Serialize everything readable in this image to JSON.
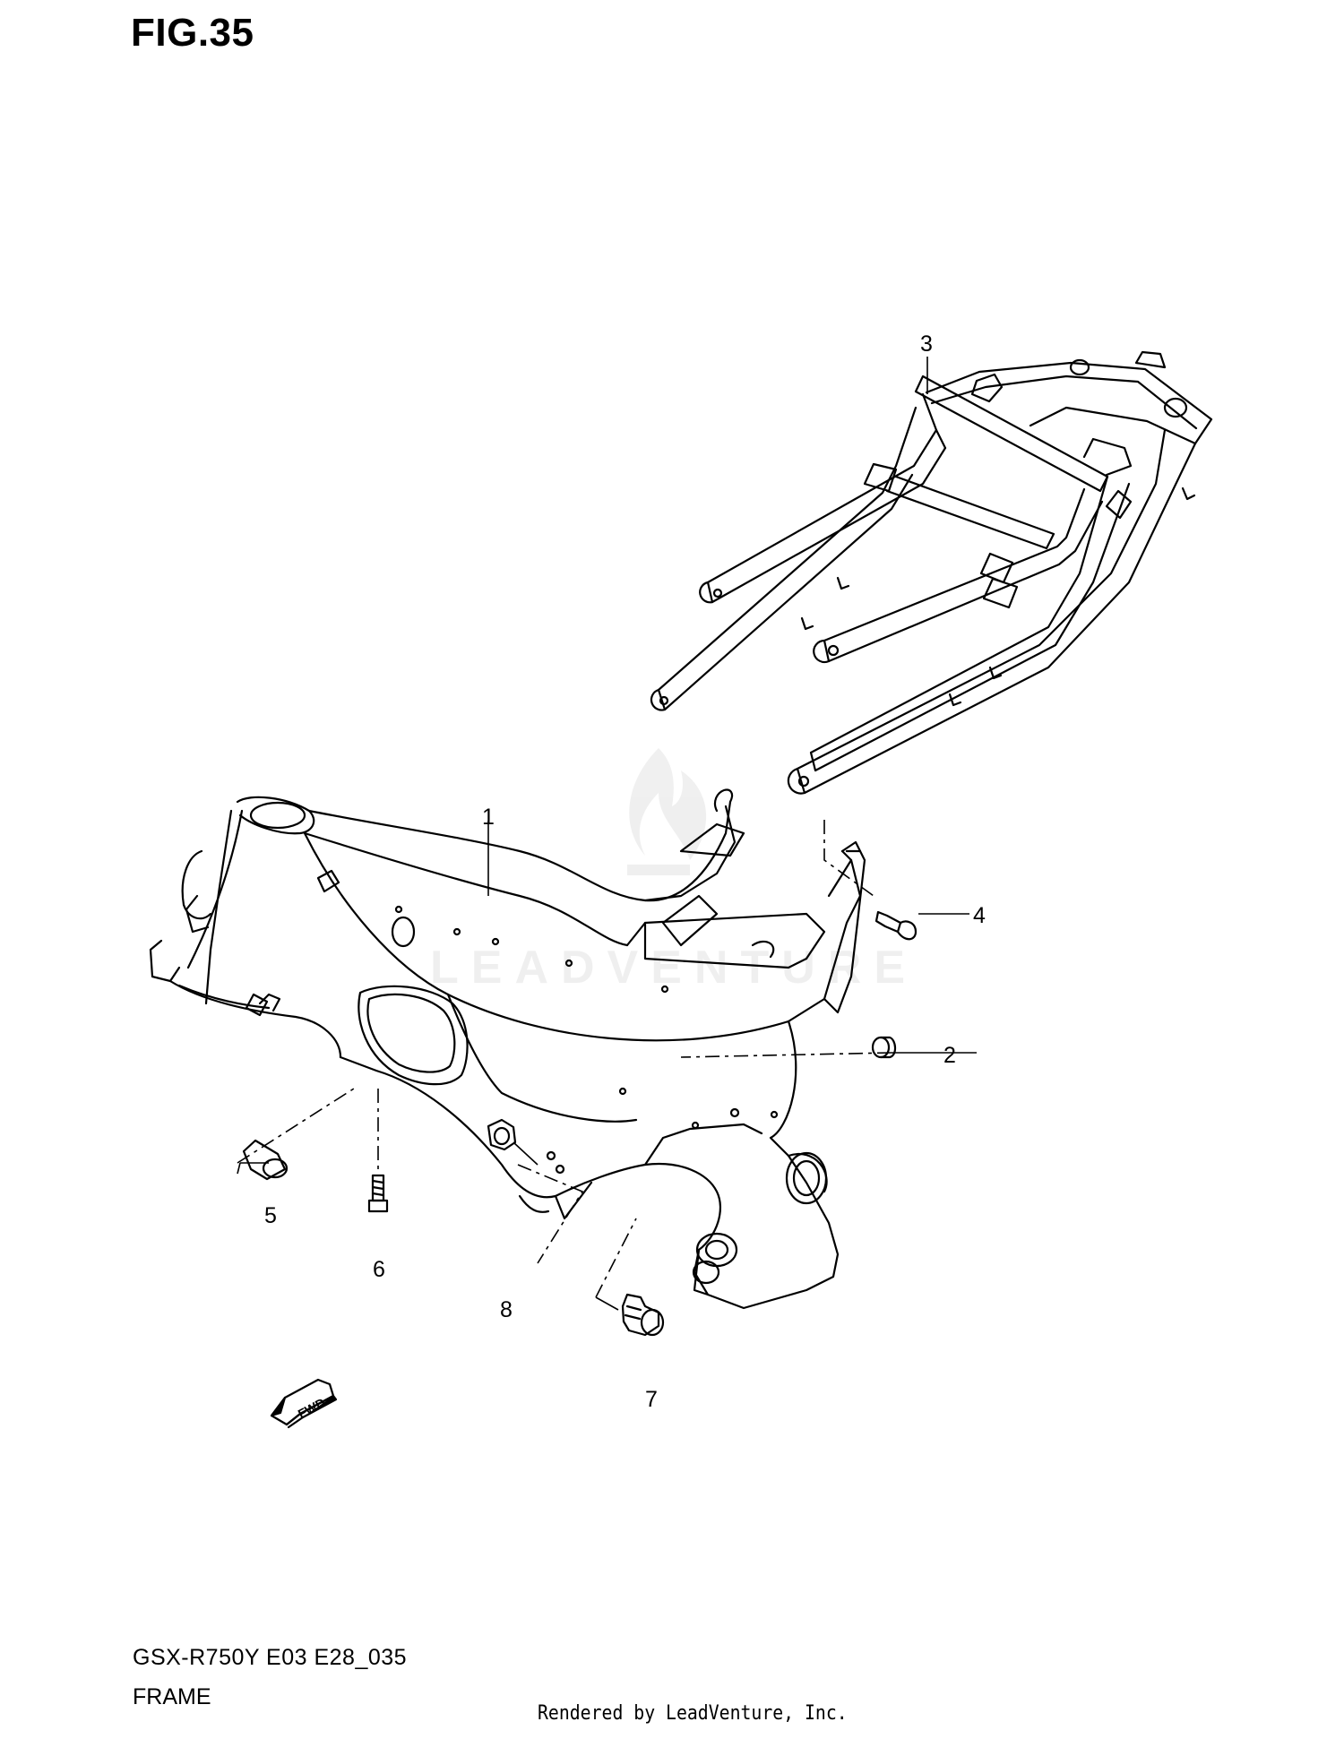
{
  "figure": {
    "title": "FIG.35"
  },
  "callouts": [
    {
      "number": "1",
      "part": "main-frame"
    },
    {
      "number": "2",
      "part": "cap"
    },
    {
      "number": "3",
      "part": "seat-rail"
    },
    {
      "number": "4",
      "part": "bolt"
    },
    {
      "number": "5",
      "part": "bushing"
    },
    {
      "number": "6",
      "part": "bolt"
    },
    {
      "number": "7",
      "part": "grommet"
    },
    {
      "number": "8",
      "part": "nut"
    }
  ],
  "direction_badge": {
    "label": "FWD",
    "icon": "forward-arrow-icon"
  },
  "watermark": {
    "text": "LEADVENTURE",
    "icon": "flame-logo-icon"
  },
  "footer": {
    "model_code": "GSX-R750Y E03 E28_035",
    "section_name": "FRAME",
    "render_credit": "Rendered by LeadVenture, Inc."
  },
  "colors": {
    "line": "#000000",
    "background": "#ffffff"
  }
}
